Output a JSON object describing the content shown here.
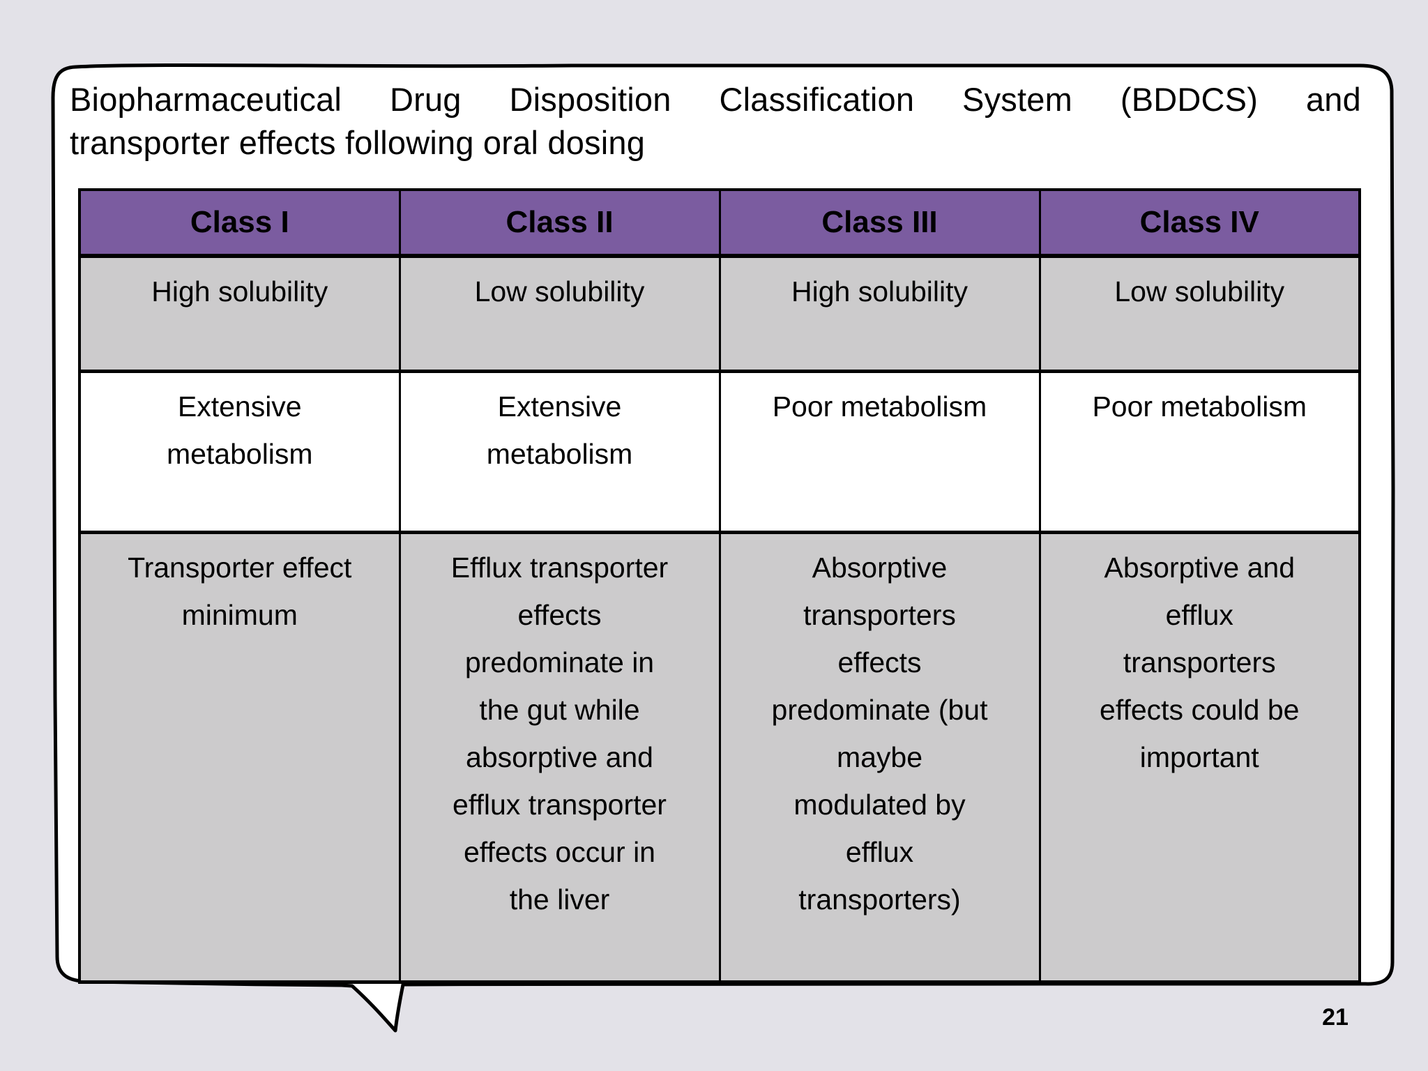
{
  "title": {
    "line1": "Biopharmaceutical Drug Disposition Classification System (BDDCS) and",
    "line2": "transporter effects following oral dosing"
  },
  "table": {
    "headers": [
      "Class I",
      "Class II",
      "Class III",
      "Class IV"
    ],
    "rows": [
      {
        "name": "solubility",
        "cells": [
          "High solubility",
          "Low solubility",
          "High solubility",
          "Low solubility"
        ]
      },
      {
        "name": "metabolism",
        "cells": [
          "Extensive\nmetabolism",
          "Extensive\nmetabolism",
          "Poor metabolism",
          "Poor metabolism"
        ]
      },
      {
        "name": "transporter_effects",
        "cells": [
          "Transporter effect\nminimum",
          "Efflux transporter\neffects\npredominate in\nthe gut while\nabsorptive and\nefflux transporter\neffects occur in\nthe liver",
          "Absorptive\ntransporters\neffects\npredominate (but\nmaybe\nmodulated by\nefflux\ntransporters)",
          "Absorptive and\nefflux\ntransporters\neffects could be\nimportant"
        ]
      }
    ]
  },
  "page": {
    "number": "21"
  },
  "colors": {
    "canvas_bg": "#E3E2E8",
    "bubble_bg": "#FFFFFF",
    "header_bg": "#7B5CA0",
    "row_gray": "#CCCBCC",
    "row_white": "#FFFFFF",
    "line_color": "#000000",
    "text_color": "#000000"
  }
}
